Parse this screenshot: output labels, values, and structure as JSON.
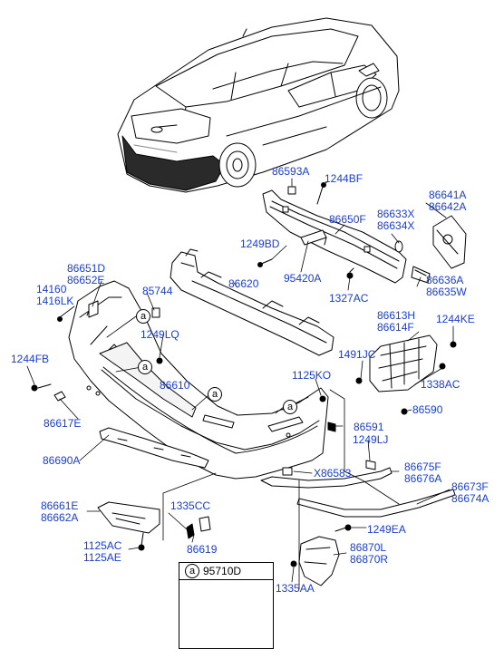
{
  "colors": {
    "label": "#1a3cd8",
    "line": "#000000",
    "part_fill": "#ffffff",
    "part_shade": "#d9d9d9"
  },
  "callout": "a",
  "inset": {
    "callout": "a",
    "part_no": "95710D"
  },
  "labels": {
    "l86593A": [
      "86593A"
    ],
    "l1244BF": [
      "1244BF"
    ],
    "l86641A": [
      "86641A",
      "86642A"
    ],
    "l86633X": [
      "86633X",
      "86634X"
    ],
    "l86650F": [
      "86650F"
    ],
    "l1249BD": [
      "1249BD"
    ],
    "l95420A": [
      "95420A"
    ],
    "l86636A": [
      "86636A",
      "86635W"
    ],
    "l1327AC": [
      "1327AC"
    ],
    "l86651D": [
      "86651D",
      "86652E"
    ],
    "l14160": [
      "14160",
      "1416LK"
    ],
    "l85744": [
      "85744"
    ],
    "l86620": [
      "86620"
    ],
    "l86613H": [
      "86613H",
      "86614F"
    ],
    "l1244KE": [
      "1244KE"
    ],
    "l1249LQ": [
      "1249LQ"
    ],
    "l1491JC": [
      "1491JC"
    ],
    "l1244FB": [
      "1244FB"
    ],
    "l1338AC": [
      "1338AC"
    ],
    "l1125KO": [
      "1125KO"
    ],
    "l86610": [
      "86610"
    ],
    "l86590": [
      "86590"
    ],
    "l86617E": [
      "86617E"
    ],
    "l86591": [
      "86591"
    ],
    "l1249LJ": [
      "1249LJ"
    ],
    "l86690A": [
      "86690A"
    ],
    "l86675F": [
      "86675F",
      "86676A"
    ],
    "lX86583": [
      "X86583"
    ],
    "l86673F": [
      "86673F",
      "86674A"
    ],
    "l86661E": [
      "86661E",
      "86662A"
    ],
    "l1335CC": [
      "1335CC"
    ],
    "l1249EA": [
      "1249EA"
    ],
    "l1125AC": [
      "1125AC",
      "1125AE"
    ],
    "l86619": [
      "86619"
    ],
    "l86870L": [
      "86870L",
      "86870R"
    ],
    "l1335AA": [
      "1335AA"
    ]
  }
}
